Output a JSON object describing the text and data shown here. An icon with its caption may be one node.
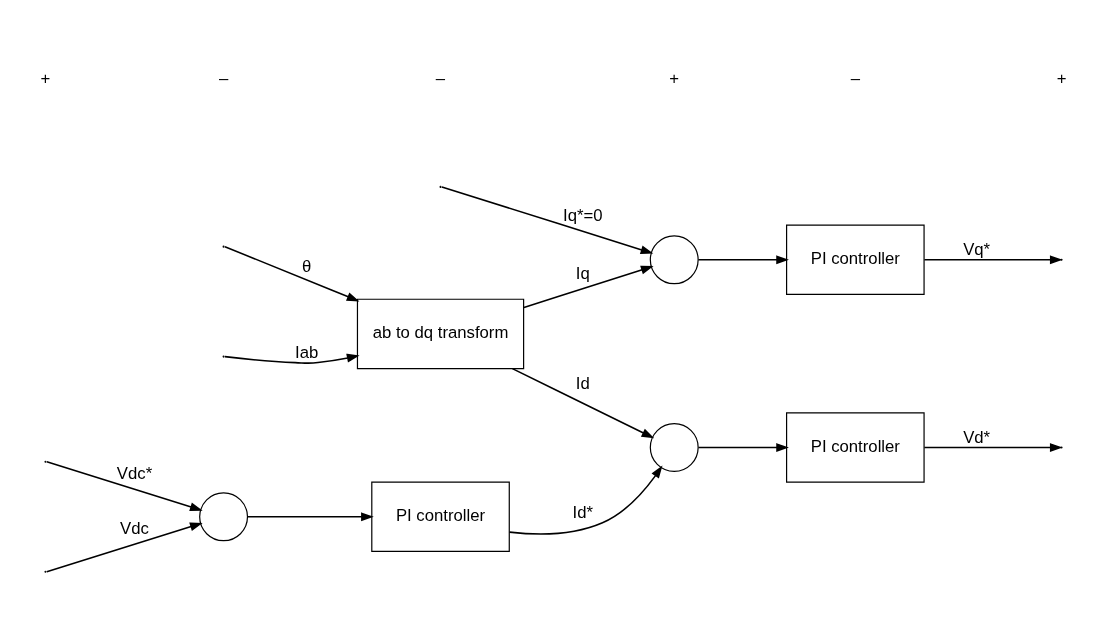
{
  "diagram": {
    "nodes": [
      {
        "text": [],
        "shape": "circle"
      },
      {
        "text": [
          "PI controller"
        ]
      },
      {
        "text": [],
        "shape": "circle"
      },
      {
        "text": [
          "PI controller"
        ]
      },
      {
        "text": [
          "ab to dq transform"
        ]
      },
      {
        "text": [],
        "shape": "circle"
      },
      {
        "text": [
          "PI controller"
        ]
      }
    ],
    "edges": [
      {
        "from": null,
        "to": 0,
        "arrow": "to",
        "label": "Vdc*"
      },
      {
        "from": null,
        "to": 0,
        "arrow": "to",
        "label": "Vdc"
      },
      {
        "from": 0,
        "to": 1,
        "arrow": "to"
      },
      {
        "from": 1,
        "to": 2,
        "arrow": "to",
        "label": "Id*"
      },
      {
        "from": 4,
        "to": 2,
        "arrow": "to",
        "label": "Id"
      },
      {
        "from": 2,
        "to": 3,
        "arrow": "to"
      },
      {
        "from": 3,
        "to": null,
        "arrow": "to",
        "label": "Vd*"
      },
      {
        "from": null,
        "to": 4,
        "arrow": "to",
        "label": "θ"
      },
      {
        "from": null,
        "to": 4,
        "arrow": "to",
        "label": "Iab"
      },
      {
        "from": 4,
        "to": 5,
        "arrow": "to",
        "label": "Iq"
      },
      {
        "from": null,
        "to": 5,
        "arrow": "to",
        "label": "Iq*=0"
      },
      {
        "from": 5,
        "to": 6,
        "arrow": "to"
      },
      {
        "from": 6,
        "to": null,
        "arrow": "to",
        "label": "Vq*"
      }
    ],
    "labels": [
      "+",
      "–",
      "–",
      "+",
      "–",
      "+"
    ]
  }
}
